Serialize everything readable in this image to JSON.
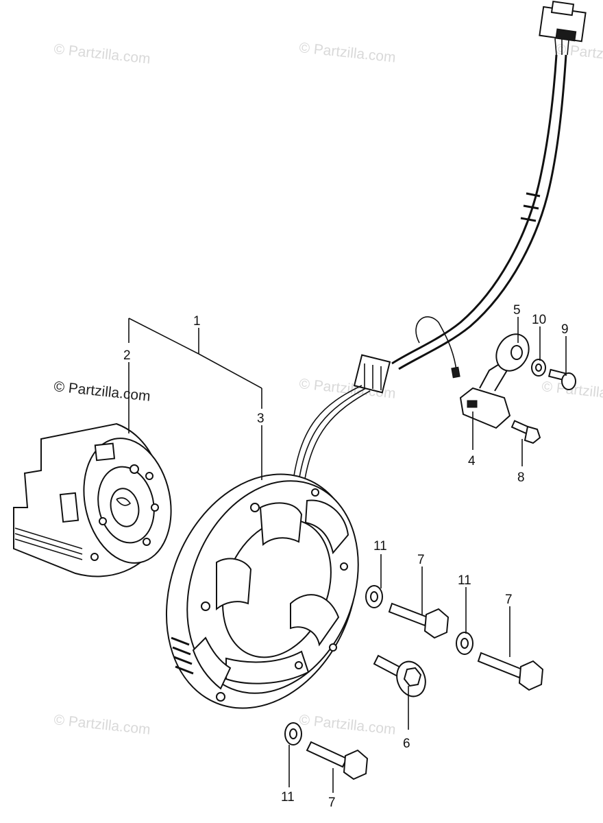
{
  "diagram": {
    "callouts": [
      {
        "id": "1",
        "label": "1"
      },
      {
        "id": "2",
        "label": "2"
      },
      {
        "id": "3",
        "label": "3"
      },
      {
        "id": "4",
        "label": "4"
      },
      {
        "id": "5",
        "label": "5"
      },
      {
        "id": "6",
        "label": "6"
      },
      {
        "id": "7a",
        "label": "7"
      },
      {
        "id": "7b",
        "label": "7"
      },
      {
        "id": "7c",
        "label": "7"
      },
      {
        "id": "8",
        "label": "8"
      },
      {
        "id": "9",
        "label": "9"
      },
      {
        "id": "10",
        "label": "10"
      },
      {
        "id": "11a",
        "label": "11"
      },
      {
        "id": "11b",
        "label": "11"
      },
      {
        "id": "11c",
        "label": "11"
      }
    ],
    "watermarks": [
      {
        "id": "wm1",
        "text": "© Partzilla.com"
      },
      {
        "id": "wm2",
        "text": "© Partzilla.com"
      },
      {
        "id": "wm3",
        "text": "© Partzilla.com"
      },
      {
        "id": "wm4",
        "text": "© Partzilla.com"
      },
      {
        "id": "wm5",
        "text": "© Partzilla.com"
      },
      {
        "id": "wm6",
        "text": "© Partzilla.com"
      },
      {
        "id": "wm7",
        "text": "© Partzilla.com"
      },
      {
        "id": "wm8",
        "text": "© Partzilla.com"
      }
    ]
  }
}
